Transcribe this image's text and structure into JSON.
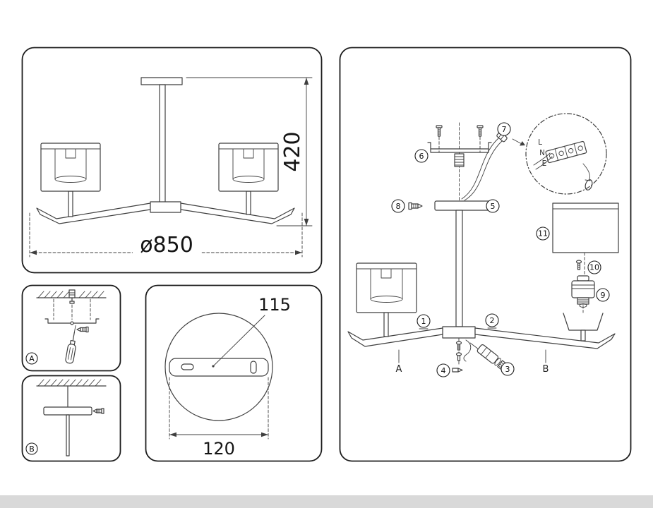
{
  "colors": {
    "line": "#3f3f3f",
    "panel_border": "#1c1c1c",
    "bottom_strip": "#d9d9d9"
  },
  "overview_panel": {
    "height_dim": "420",
    "diameter_dim": "ø850"
  },
  "plate_panel": {
    "inner_dim": "115",
    "outer_dim": "120"
  },
  "step_panels": {
    "a_label": "A",
    "b_label": "B"
  },
  "assembly_panel": {
    "callouts": [
      "1",
      "2",
      "3",
      "4",
      "5",
      "6",
      "7",
      "8",
      "9",
      "10",
      "11"
    ],
    "terminal_labels": [
      "L",
      "N",
      "E"
    ],
    "arm_labels": [
      "A",
      "B"
    ]
  }
}
